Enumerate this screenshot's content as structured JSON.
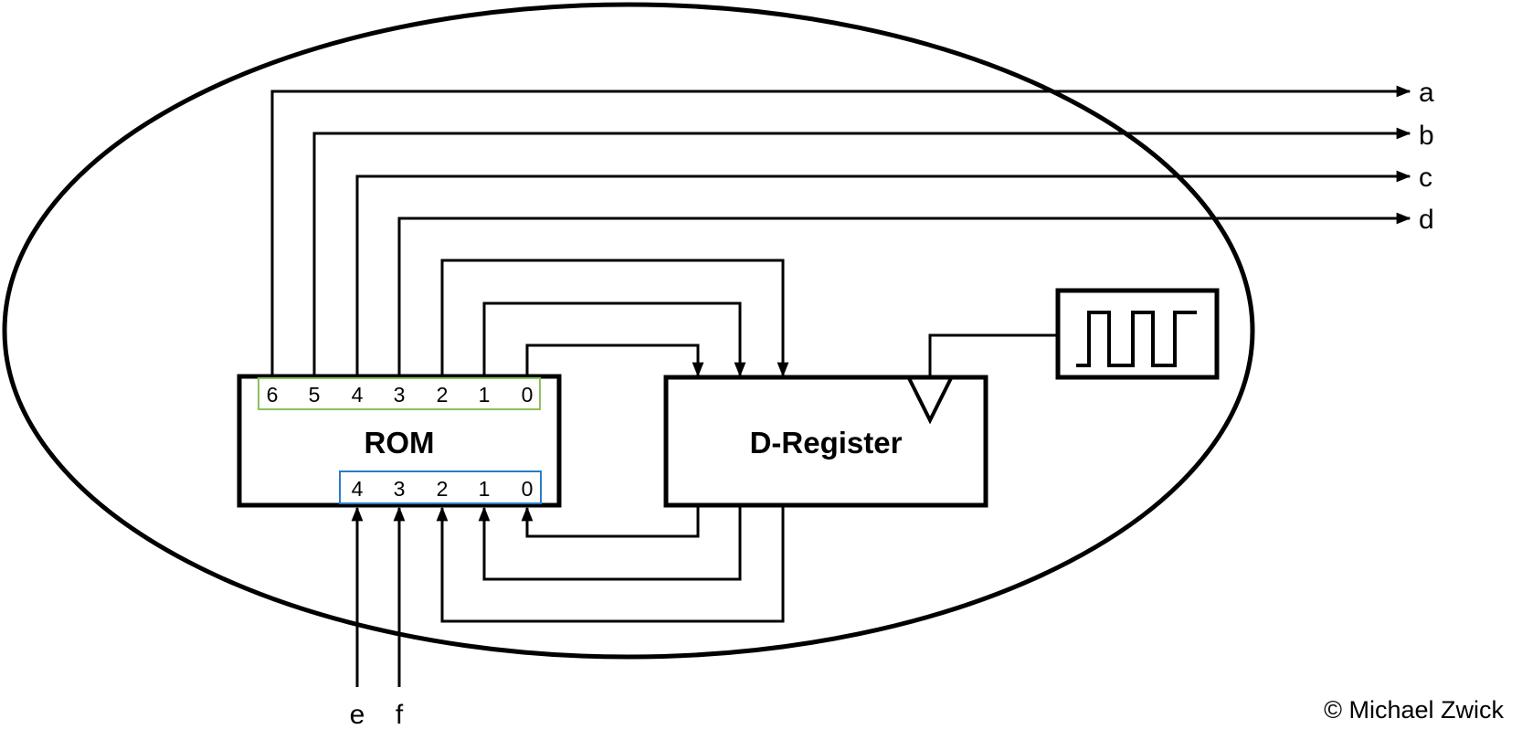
{
  "rom": {
    "title": "ROM",
    "output_bits": [
      "6",
      "5",
      "4",
      "3",
      "2",
      "1",
      "0"
    ],
    "input_bits": [
      "4",
      "3",
      "2",
      "1",
      "0"
    ],
    "output_group_color": "#8dc05a",
    "input_group_color": "#2a7cc7"
  },
  "register": {
    "title": "D-Register"
  },
  "outputs": [
    "a",
    "b",
    "c",
    "d"
  ],
  "inputs": [
    "e",
    "f"
  ],
  "credit": "© Michael Zwick",
  "colors": {
    "line": "#000000",
    "background": "#ffffff"
  }
}
